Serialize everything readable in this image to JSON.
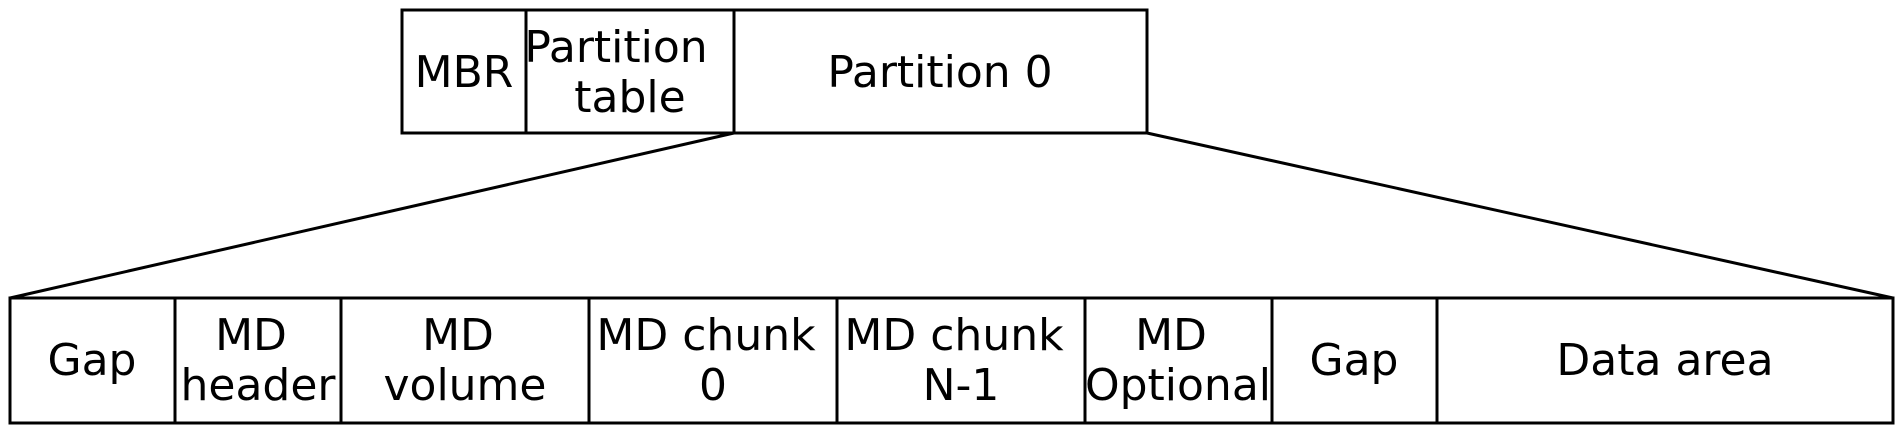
{
  "top_row": {
    "cells": [
      {
        "lines": [
          "MBR"
        ]
      },
      {
        "lines": [
          "Partition",
          "table"
        ]
      },
      {
        "lines": [
          "Partition 0"
        ]
      }
    ]
  },
  "bottom_row": {
    "cells": [
      {
        "lines": [
          "Gap"
        ]
      },
      {
        "lines": [
          "MD",
          "header"
        ]
      },
      {
        "lines": [
          "MD",
          "volume"
        ]
      },
      {
        "lines": [
          "MD chunk",
          "0"
        ]
      },
      {
        "lines": [
          "MD chunk",
          "N-1"
        ]
      },
      {
        "lines": [
          "MD",
          "Optional"
        ]
      },
      {
        "lines": [
          "Gap"
        ]
      },
      {
        "lines": [
          "Data area"
        ]
      }
    ]
  },
  "colors": {
    "stroke": "#000000",
    "background": "#ffffff"
  }
}
